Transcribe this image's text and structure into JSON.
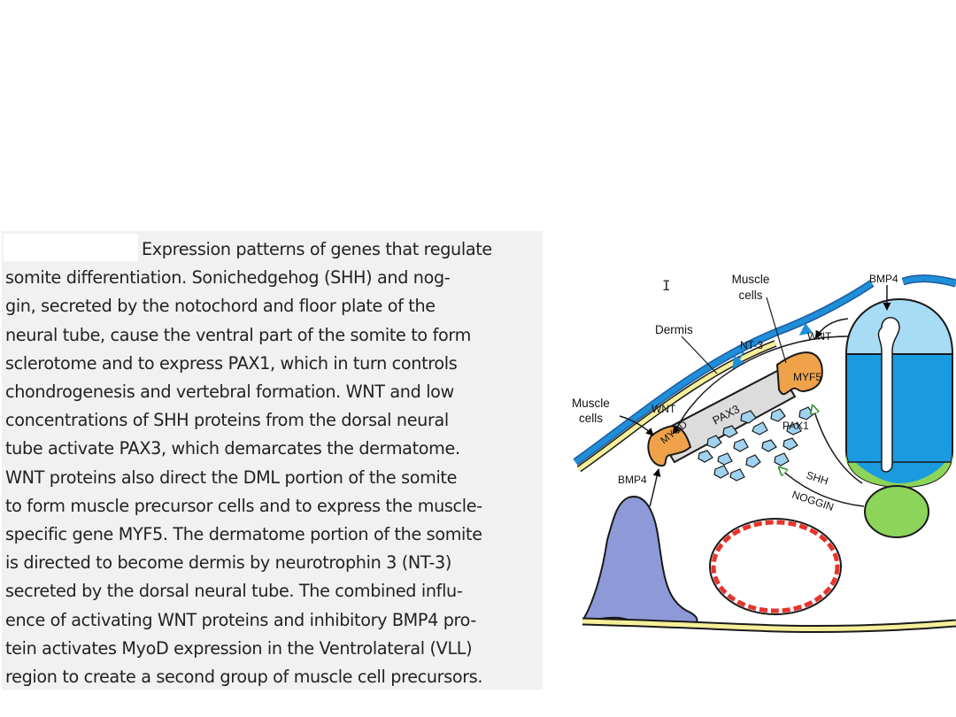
{
  "caption": {
    "lines": [
      "Expression patterns of genes that regulate",
      "somite differentiation. Sonichedgehog (SHH) and nog-",
      "gin, secreted by the notochord and floor plate of the",
      "neural tube, cause the ventral part of the somite to form",
      "sclerotome and to express PAX1, which in turn controls",
      "chondrogenesis and vertebral formation. WNT and low",
      "concentrations of SHH proteins from the dorsal neural",
      "tube activate PAX3, which demarcates the dermatome.",
      "WNT proteins also direct the DML portion of the somite",
      "to form muscle precursor cells and to express the muscle-",
      "specific gene MYF5. The dermatome portion of the somite",
      "is directed to become dermis by neurotrophin 3 (NT-3)",
      "secreted by the dorsal neural tube. The combined influ-",
      "ence of activating WNT proteins and inhibitory BMP4 pro-",
      "tein activates MyoD expression in the Ventrolateral (VLL)",
      "region to create a second group of muscle cell precursors."
    ]
  },
  "diagram": {
    "labels": {
      "muscle_cells_top": [
        "Muscle",
        "cells"
      ],
      "bmp4_top": "BMP4",
      "dermis": "Dermis",
      "nt3": "NT-3",
      "wnt_top": "WNT",
      "myf5": "MYF5",
      "pax3": "PAX3",
      "muscle_cells_left": [
        "Muscle",
        "cells"
      ],
      "wnt_left": "WNT",
      "myod": "MYOD",
      "pax1": "PAX1",
      "bmp4_left": "BMP4",
      "shh": "SHH",
      "noggin": "NOGGIN"
    },
    "colors": {
      "neural_tube_dorsal": "#a8dcf5",
      "neural_tube_ventral": "#1a9be0",
      "floor_plate": "#8cd45a",
      "notochord": "#8cd45a",
      "myf5_myod": "#f0a24a",
      "pax3_band": "#dcdcdc",
      "ectoderm_blue": "#1e8fd8",
      "ectoderm_yellow": "#f6ef9a",
      "aorta": "#e8332b",
      "lateral_plate": "#8e9ad8",
      "sclerotome_cells": "#9fd2ee"
    }
  }
}
